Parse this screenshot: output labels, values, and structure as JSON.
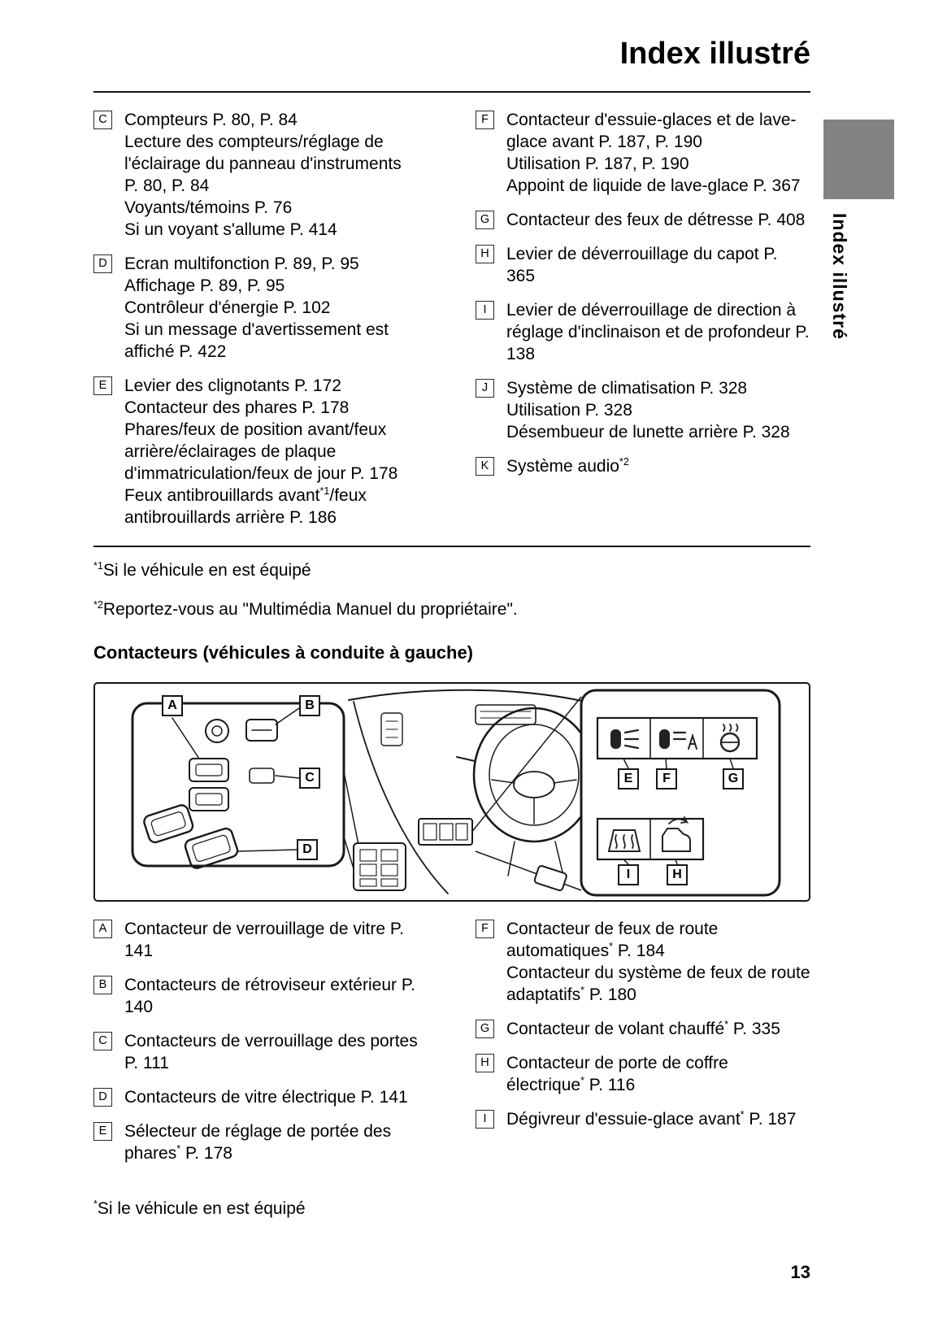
{
  "page": {
    "title": "Index illustré",
    "side_tab": "Index illustré",
    "number": "13"
  },
  "top_index": {
    "left": [
      {
        "letter": "C",
        "head": "Compteurs P. 80, P. 84",
        "subs": [
          "Lecture des compteurs/réglage de l'éclairage du panneau d'instruments P. 80, P. 84",
          "Voyants/témoins P. 76",
          "Si un voyant s'allume P. 414"
        ]
      },
      {
        "letter": "D",
        "head": "Ecran multifonction P. 89, P. 95",
        "subs": [
          "Affichage P. 89, P. 95",
          "Contrôleur d'énergie P. 102",
          "Si un message d'avertissement est affiché P. 422"
        ]
      },
      {
        "letter": "E",
        "head": "Levier des clignotants P. 172",
        "subs": [
          "Contacteur des phares P. 178",
          "Phares/feux de position avant/feux arrière/éclairages de plaque d'immatriculation/feux de jour P. 178",
          "Feux antibrouillards avant^{*1}/feux antibrouillards arrière P. 186"
        ]
      }
    ],
    "right": [
      {
        "letter": "F",
        "head": "Contacteur d'essuie-glaces et de lave-glace avant P. 187, P. 190",
        "subs": [
          "Utilisation P. 187, P. 190",
          "Appoint de liquide de lave-glace P. 367"
        ]
      },
      {
        "letter": "G",
        "head": "Contacteur des feux de détresse P. 408"
      },
      {
        "letter": "H",
        "head": "Levier de déverrouillage du capot P. 365"
      },
      {
        "letter": "I",
        "head": "Levier de déverrouillage de direction à réglage d'inclinaison et de profondeur P. 138"
      },
      {
        "letter": "J",
        "head": "Système de climatisation P. 328",
        "subs": [
          "Utilisation P. 328",
          "Désembueur de lunette arrière P. 328"
        ]
      },
      {
        "letter": "K",
        "head": "Système audio^{*2}"
      }
    ]
  },
  "footnotes_top": [
    "^{*1}Si le véhicule en est équipé",
    "^{*2}Reportez-vous au \"Multimédia Manuel du propriétaire\"."
  ],
  "section_heading": "Contacteurs (véhicules à conduite à gauche)",
  "figure": {
    "callouts": [
      "A",
      "B",
      "C",
      "D",
      "E",
      "F",
      "G",
      "I",
      "H"
    ]
  },
  "bottom_index": {
    "left": [
      {
        "letter": "A",
        "head": "Contacteur de verrouillage de vitre P. 141"
      },
      {
        "letter": "B",
        "head": "Contacteurs de rétroviseur extérieur P. 140"
      },
      {
        "letter": "C",
        "head": "Contacteurs de verrouillage des portes P. 111"
      },
      {
        "letter": "D",
        "head": "Contacteurs de vitre électrique P. 141"
      },
      {
        "letter": "E",
        "head": "Sélecteur de réglage de portée des phares^{*} P. 178"
      }
    ],
    "right": [
      {
        "letter": "F",
        "head": "Contacteur de feux de route automatiques^{*} P. 184",
        "subs": [
          "Contacteur du système de feux de route adaptatifs^{*} P. 180"
        ]
      },
      {
        "letter": "G",
        "head": "Contacteur de volant chauffé^{*} P. 335"
      },
      {
        "letter": "H",
        "head": "Contacteur de porte de coffre électrique^{*} P. 116"
      },
      {
        "letter": "I",
        "head": "Dégivreur d'essuie-glace avant^{*} P. 187"
      }
    ]
  },
  "footnote_bottom": "^{*}Si le véhicule en est équipé"
}
